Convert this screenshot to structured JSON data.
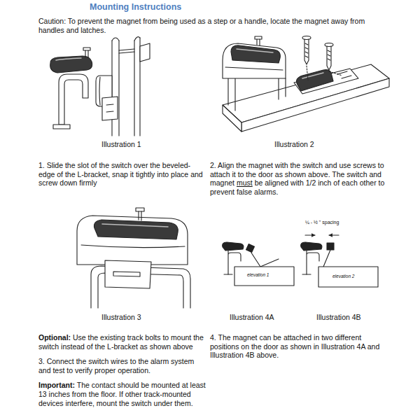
{
  "diagram": {
    "title": "Mounting Instructions",
    "labels": [
      "Caution: To prevent the magnet from being used as a step or a handle, locate the magnet away from handles and latches.",
      "Illustration 1",
      "Illustration 2",
      "1. Slide the slot of the switch over the beveled-edge of the L-bracket, snap it tightly into place and screw down firmly",
      "2. Align the magnet with the switch and use screws to attach it to the door as shown above. The switch and magnet",
      "must",
      "be aligned with 1/2 inch of each other to prevent false alarms.",
      "Illustration 3",
      "¼ - ½ \" spacing",
      "elevation 1",
      "elevation 2",
      "Illustration 4A",
      "Illustration 4B",
      "Optional:",
      "Use the existing track bolts to mount the switch instead of the L-bracket as shown above",
      "3. Connect the switch wires to the alarm system and test to verify proper operation.",
      "Important:",
      "The contact should be mounted at least 13 inches from the floor. If other track-mounted devices interfere, mount the switch under them.",
      "4. The magnet can be attached in two different positions on the door as shown in Illustration 4A and Illustration 4B above."
    ]
  }
}
